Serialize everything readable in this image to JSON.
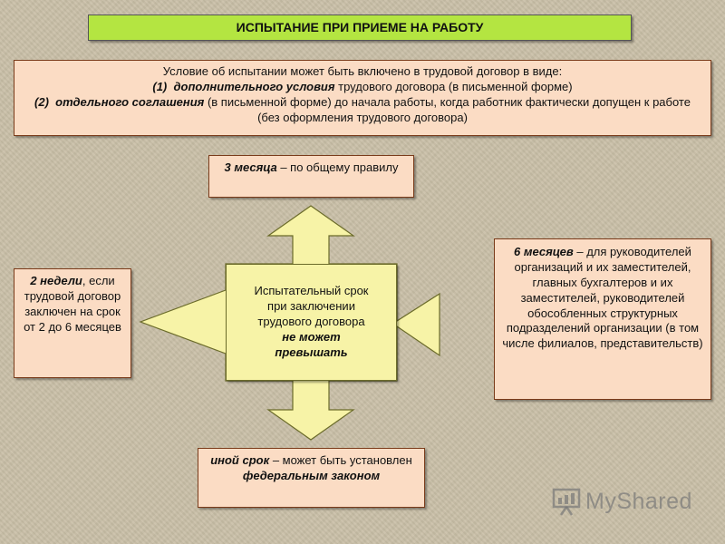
{
  "title": "ИСПЫТАНИЕ ПРИ ПРИЕМЕ НА РАБОТУ",
  "intro": {
    "line1": "Условие об испытании может быть включено в трудовой договор в виде:",
    "line2_num": "(1)",
    "line2_bold": "дополнительного условия",
    "line2_rest": " трудового договора (в письменной форме)",
    "line3_num": "(2)",
    "line3_bold": "отдельного соглашения",
    "line3_rest": " (в письменной форме) до начала работы, когда работник фактически допущен к работе (без оформления трудового договора)"
  },
  "top": {
    "bold": "3 месяца",
    "rest": " – по общему правилу"
  },
  "left": {
    "bold": "2 недели",
    "rest": ", если трудовой договор заключен на срок от 2 до 6 месяцев"
  },
  "right": {
    "bold": "6 месяцев",
    "rest": " – для руководителей организаций и их заместителей, главных бухгалтеров и их заместителей, руководителей обособленных структурных подразделений организации (в том числе филиалов, представительств)"
  },
  "bottom": {
    "bold1": "иной срок",
    "mid": " – может быть установлен ",
    "bold2": "федеральным законом"
  },
  "center": {
    "line1": "Испытательный срок",
    "line2": "при заключении",
    "line3": "трудового договора",
    "bold1": "не может",
    "bold2": "превышать"
  },
  "watermark": {
    "text": "MyShared",
    "icon": "presentation-board-icon"
  },
  "colors": {
    "background": "#c9bfa7",
    "title_bg": "#b4e541",
    "box_bg": "#fbdcc4",
    "box_border": "#7a3b1a",
    "cross_fill": "#f7f3a7",
    "cross_stroke": "#6b6b2a"
  }
}
